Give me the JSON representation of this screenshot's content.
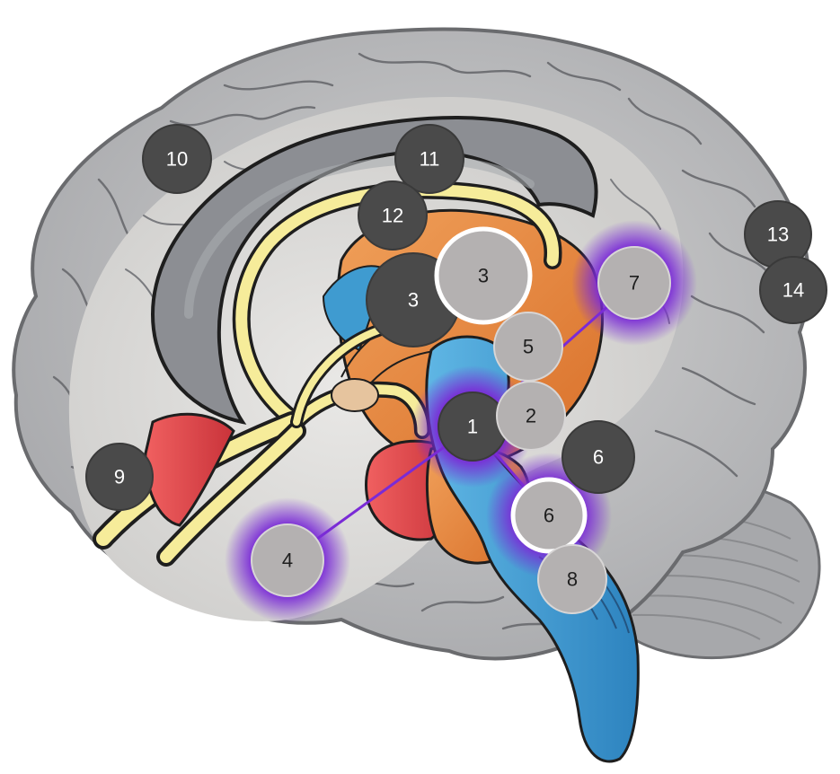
{
  "colors": {
    "background": "#ffffff",
    "cortex": "#bfbfbf",
    "cortex_shade": "#a9aaad",
    "medial_surface": "#d9d8d6",
    "corpus_callosum": "#8c8e93",
    "fornix": "#f6ec9a",
    "thalamus": "#e98a3e",
    "hypothalamus": "#e2474b",
    "brainstem": "#3f9bd0",
    "marker_dark": "#4a4a4a",
    "marker_light": "#b4b1b1",
    "marker_ring": "#ffffff",
    "glow": "#7a2bd6",
    "outline": "#1e1e1e"
  },
  "markers": [
    {
      "id": "m1",
      "label": "1",
      "style": "dark",
      "glow": true
    },
    {
      "id": "m2",
      "label": "2",
      "style": "light",
      "glow": false
    },
    {
      "id": "m3a",
      "label": "3",
      "style": "dark",
      "glow": false
    },
    {
      "id": "m3b",
      "label": "3",
      "style": "light-ring",
      "glow": false
    },
    {
      "id": "m4",
      "label": "4",
      "style": "light",
      "glow": true
    },
    {
      "id": "m5",
      "label": "5",
      "style": "light",
      "glow": false
    },
    {
      "id": "m6a",
      "label": "6",
      "style": "dark",
      "glow": false
    },
    {
      "id": "m6b",
      "label": "6",
      "style": "light-ring",
      "glow": true
    },
    {
      "id": "m7",
      "label": "7",
      "style": "light",
      "glow": true
    },
    {
      "id": "m8",
      "label": "8",
      "style": "light",
      "glow": false
    },
    {
      "id": "m9",
      "label": "9",
      "style": "dark",
      "glow": false
    },
    {
      "id": "m10",
      "label": "10",
      "style": "dark",
      "glow": false
    },
    {
      "id": "m11",
      "label": "11",
      "style": "dark",
      "glow": false
    },
    {
      "id": "m12",
      "label": "12",
      "style": "dark",
      "glow": false
    },
    {
      "id": "m13",
      "label": "13",
      "style": "dark",
      "glow": false
    },
    {
      "id": "m14",
      "label": "14",
      "style": "dark",
      "glow": false
    }
  ],
  "connections": [
    {
      "from": "m1",
      "to": "m4"
    },
    {
      "from": "m1",
      "to": "m7"
    },
    {
      "from": "m1",
      "to": "m6b"
    }
  ]
}
